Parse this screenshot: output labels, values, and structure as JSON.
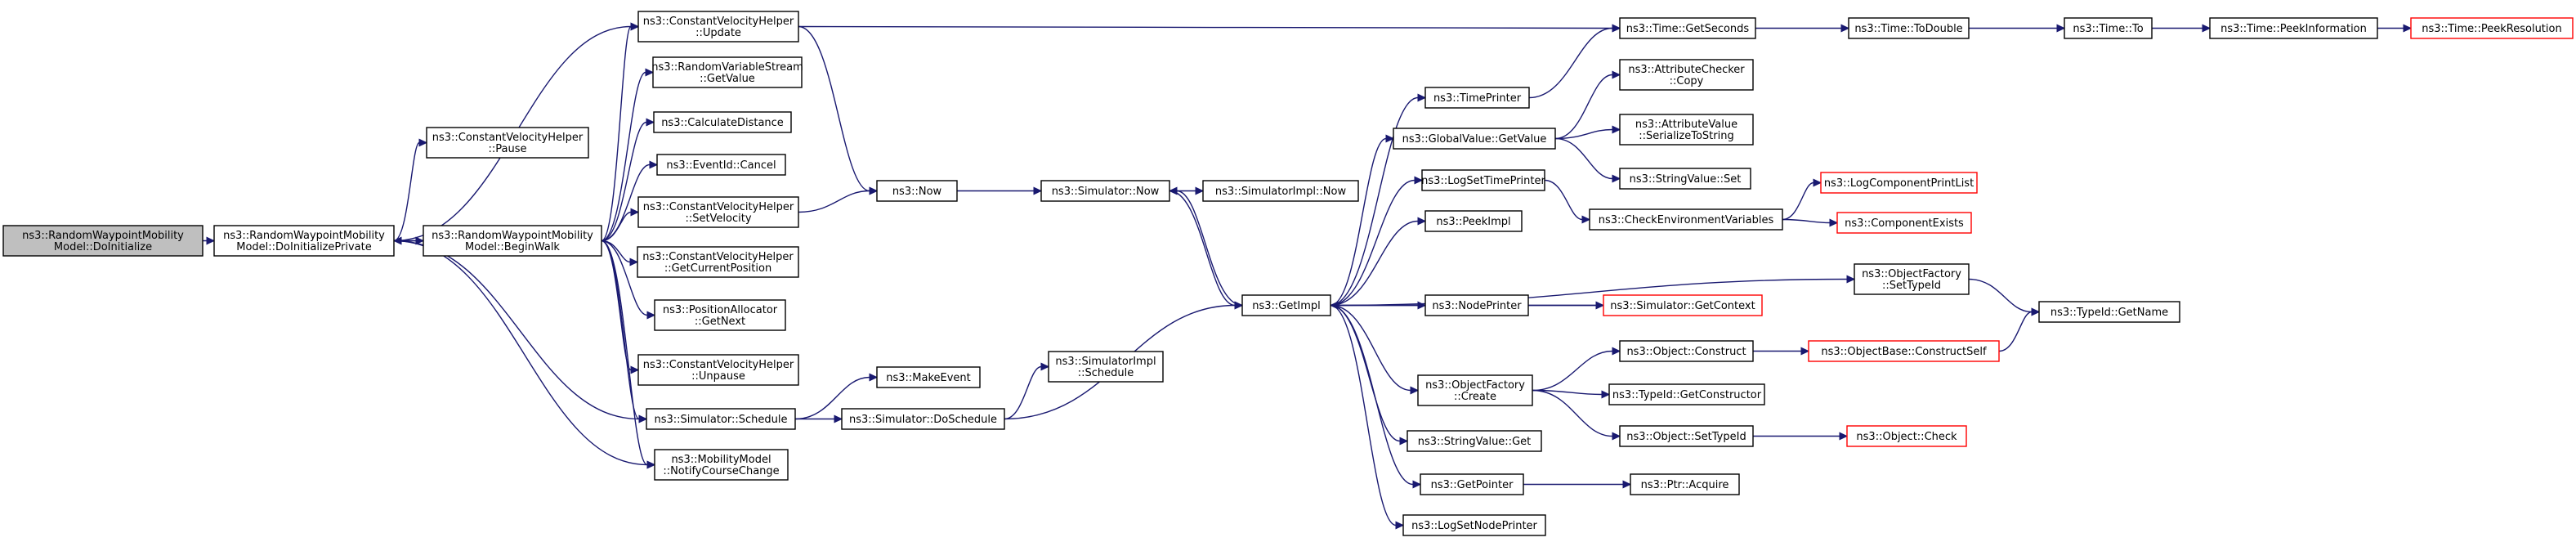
{
  "nodes": [
    {
      "id": "root",
      "lines": [
        "ns3::RandomWaypointMobility",
        "Model::DoInitialize"
      ],
      "style": "root"
    },
    {
      "id": "doinitpriv",
      "lines": [
        "ns3::RandomWaypointMobility",
        "Model::DoInitializePrivate"
      ],
      "style": "normal"
    },
    {
      "id": "cvh_update",
      "lines": [
        "ns3::ConstantVelocityHelper",
        "::Update"
      ],
      "style": "normal"
    },
    {
      "id": "cvh_pause",
      "lines": [
        "ns3::ConstantVelocityHelper",
        "::Pause"
      ],
      "style": "normal"
    },
    {
      "id": "beginwalk",
      "lines": [
        "ns3::RandomWaypointMobility",
        "Model::BeginWalk"
      ],
      "style": "normal"
    },
    {
      "id": "rvs_getvalue",
      "lines": [
        "ns3::RandomVariableStream",
        "::GetValue"
      ],
      "style": "normal"
    },
    {
      "id": "calcdist",
      "lines": [
        "ns3::CalculateDistance"
      ],
      "style": "normal"
    },
    {
      "id": "eventcancel",
      "lines": [
        "ns3::EventId::Cancel"
      ],
      "style": "normal"
    },
    {
      "id": "cvh_setvel",
      "lines": [
        "ns3::ConstantVelocityHelper",
        "::SetVelocity"
      ],
      "style": "normal"
    },
    {
      "id": "cvh_getpos",
      "lines": [
        "ns3::ConstantVelocityHelper",
        "::GetCurrentPosition"
      ],
      "style": "normal"
    },
    {
      "id": "posalloc",
      "lines": [
        "ns3::PositionAllocator",
        "::GetNext"
      ],
      "style": "normal"
    },
    {
      "id": "cvh_unpause",
      "lines": [
        "ns3::ConstantVelocityHelper",
        "::Unpause"
      ],
      "style": "normal"
    },
    {
      "id": "sim_schedule",
      "lines": [
        "ns3::Simulator::Schedule"
      ],
      "style": "normal"
    },
    {
      "id": "notifycourse",
      "lines": [
        "ns3::MobilityModel",
        "::NotifyCourseChange"
      ],
      "style": "normal"
    },
    {
      "id": "now",
      "lines": [
        "ns3::Now"
      ],
      "style": "normal"
    },
    {
      "id": "makeevent",
      "lines": [
        "ns3::MakeEvent"
      ],
      "style": "normal"
    },
    {
      "id": "sim_dosched",
      "lines": [
        "ns3::Simulator::DoSchedule"
      ],
      "style": "normal"
    },
    {
      "id": "sim_now",
      "lines": [
        "ns3::Simulator::Now"
      ],
      "style": "normal"
    },
    {
      "id": "simimpl_now",
      "lines": [
        "ns3::SimulatorImpl::Now"
      ],
      "style": "normal"
    },
    {
      "id": "simimpl_sched",
      "lines": [
        "ns3::SimulatorImpl",
        "::Schedule"
      ],
      "style": "normal"
    },
    {
      "id": "getimpl",
      "lines": [
        "ns3::GetImpl"
      ],
      "style": "normal"
    },
    {
      "id": "timeprinter",
      "lines": [
        "ns3::TimePrinter"
      ],
      "style": "normal"
    },
    {
      "id": "gv_getvalue",
      "lines": [
        "ns3::GlobalValue::GetValue"
      ],
      "style": "normal"
    },
    {
      "id": "logsettime",
      "lines": [
        "ns3::LogSetTimePrinter"
      ],
      "style": "normal"
    },
    {
      "id": "peekimpl",
      "lines": [
        "ns3::PeekImpl"
      ],
      "style": "normal"
    },
    {
      "id": "nodeprinter",
      "lines": [
        "ns3::NodePrinter"
      ],
      "style": "normal"
    },
    {
      "id": "of_create",
      "lines": [
        "ns3::ObjectFactory",
        "::Create"
      ],
      "style": "normal"
    },
    {
      "id": "sv_get",
      "lines": [
        "ns3::StringValue::Get"
      ],
      "style": "normal"
    },
    {
      "id": "getpointer",
      "lines": [
        "ns3::GetPointer"
      ],
      "style": "normal"
    },
    {
      "id": "logsetnode",
      "lines": [
        "ns3::LogSetNodePrinter"
      ],
      "style": "normal"
    },
    {
      "id": "time_getsec",
      "lines": [
        "ns3::Time::GetSeconds"
      ],
      "style": "normal"
    },
    {
      "id": "attrchecker",
      "lines": [
        "ns3::AttributeChecker",
        "::Copy"
      ],
      "style": "normal"
    },
    {
      "id": "attrvalue",
      "lines": [
        "ns3::AttributeValue",
        "::SerializeToString"
      ],
      "style": "normal"
    },
    {
      "id": "sv_set",
      "lines": [
        "ns3::StringValue::Set"
      ],
      "style": "normal"
    },
    {
      "id": "checkenv",
      "lines": [
        "ns3::CheckEnvironmentVariables"
      ],
      "style": "normal"
    },
    {
      "id": "sim_getctx",
      "lines": [
        "ns3::Simulator::GetContext"
      ],
      "style": "trunc"
    },
    {
      "id": "obj_construct",
      "lines": [
        "ns3::Object::Construct"
      ],
      "style": "normal"
    },
    {
      "id": "typeid_getctor",
      "lines": [
        "ns3::TypeId::GetConstructor"
      ],
      "style": "normal"
    },
    {
      "id": "obj_settypeid",
      "lines": [
        "ns3::Object::SetTypeId"
      ],
      "style": "normal"
    },
    {
      "id": "ptr_acquire",
      "lines": [
        "ns3::Ptr::Acquire"
      ],
      "style": "normal"
    },
    {
      "id": "time_todouble",
      "lines": [
        "ns3::Time::ToDouble"
      ],
      "style": "normal"
    },
    {
      "id": "logcomplist",
      "lines": [
        "ns3::LogComponentPrintList"
      ],
      "style": "trunc"
    },
    {
      "id": "compexists",
      "lines": [
        "ns3::ComponentExists"
      ],
      "style": "trunc"
    },
    {
      "id": "of_settypeid",
      "lines": [
        "ns3::ObjectFactory",
        "::SetTypeId"
      ],
      "style": "normal"
    },
    {
      "id": "objbase_cs",
      "lines": [
        "ns3::ObjectBase::ConstructSelf"
      ],
      "style": "trunc"
    },
    {
      "id": "obj_check",
      "lines": [
        "ns3::Object::Check"
      ],
      "style": "trunc"
    },
    {
      "id": "time_to",
      "lines": [
        "ns3::Time::To"
      ],
      "style": "normal"
    },
    {
      "id": "typeid_getname",
      "lines": [
        "ns3::TypeId::GetName"
      ],
      "style": "normal"
    },
    {
      "id": "time_peekinfo",
      "lines": [
        "ns3::Time::PeekInformation"
      ],
      "style": "normal"
    },
    {
      "id": "time_peekres",
      "lines": [
        "ns3::Time::PeekResolution"
      ],
      "style": "trunc"
    }
  ],
  "edges": [
    [
      "root",
      "doinitpriv"
    ],
    [
      "doinitpriv",
      "cvh_update"
    ],
    [
      "doinitpriv",
      "cvh_pause"
    ],
    [
      "doinitpriv",
      "beginwalk"
    ],
    [
      "doinitpriv",
      "sim_schedule"
    ],
    [
      "doinitpriv",
      "notifycourse"
    ],
    [
      "beginwalk",
      "doinitpriv"
    ],
    [
      "beginwalk",
      "cvh_update"
    ],
    [
      "beginwalk",
      "rvs_getvalue"
    ],
    [
      "beginwalk",
      "calcdist"
    ],
    [
      "beginwalk",
      "eventcancel"
    ],
    [
      "beginwalk",
      "cvh_setvel"
    ],
    [
      "beginwalk",
      "cvh_getpos"
    ],
    [
      "beginwalk",
      "posalloc"
    ],
    [
      "beginwalk",
      "cvh_unpause"
    ],
    [
      "beginwalk",
      "sim_schedule"
    ],
    [
      "beginwalk",
      "notifycourse"
    ],
    [
      "cvh_update",
      "time_getsec"
    ],
    [
      "cvh_update",
      "now"
    ],
    [
      "cvh_setvel",
      "now"
    ],
    [
      "now",
      "sim_now"
    ],
    [
      "sim_now",
      "simimpl_now"
    ],
    [
      "sim_now",
      "getimpl"
    ],
    [
      "sim_schedule",
      "makeevent"
    ],
    [
      "sim_schedule",
      "sim_dosched"
    ],
    [
      "sim_dosched",
      "simimpl_sched"
    ],
    [
      "sim_dosched",
      "getimpl"
    ],
    [
      "getimpl",
      "sim_now"
    ],
    [
      "getimpl",
      "timeprinter"
    ],
    [
      "getimpl",
      "gv_getvalue"
    ],
    [
      "getimpl",
      "logsettime"
    ],
    [
      "getimpl",
      "peekimpl"
    ],
    [
      "getimpl",
      "nodeprinter"
    ],
    [
      "getimpl",
      "of_settypeid"
    ],
    [
      "getimpl",
      "of_create"
    ],
    [
      "getimpl",
      "sv_get"
    ],
    [
      "getimpl",
      "getpointer"
    ],
    [
      "getimpl",
      "logsetnode"
    ],
    [
      "timeprinter",
      "time_getsec"
    ],
    [
      "gv_getvalue",
      "attrchecker"
    ],
    [
      "gv_getvalue",
      "attrvalue"
    ],
    [
      "gv_getvalue",
      "sv_set"
    ],
    [
      "logsettime",
      "checkenv"
    ],
    [
      "checkenv",
      "logcomplist"
    ],
    [
      "checkenv",
      "compexists"
    ],
    [
      "nodeprinter",
      "sim_getctx"
    ],
    [
      "sim_getctx",
      "getimpl"
    ],
    [
      "of_create",
      "obj_construct"
    ],
    [
      "of_create",
      "typeid_getctor"
    ],
    [
      "of_create",
      "obj_settypeid"
    ],
    [
      "obj_construct",
      "objbase_cs"
    ],
    [
      "objbase_cs",
      "typeid_getname"
    ],
    [
      "of_settypeid",
      "typeid_getname"
    ],
    [
      "obj_settypeid",
      "obj_check"
    ],
    [
      "getpointer",
      "ptr_acquire"
    ],
    [
      "time_getsec",
      "time_todouble"
    ],
    [
      "time_todouble",
      "time_to"
    ],
    [
      "time_to",
      "time_peekinfo"
    ],
    [
      "time_peekinfo",
      "time_peekres"
    ]
  ],
  "colors": {
    "edge": "#191970",
    "node_border": "#000000",
    "root_fill": "#bfbfbf",
    "truncated_border": "#ff0000"
  }
}
